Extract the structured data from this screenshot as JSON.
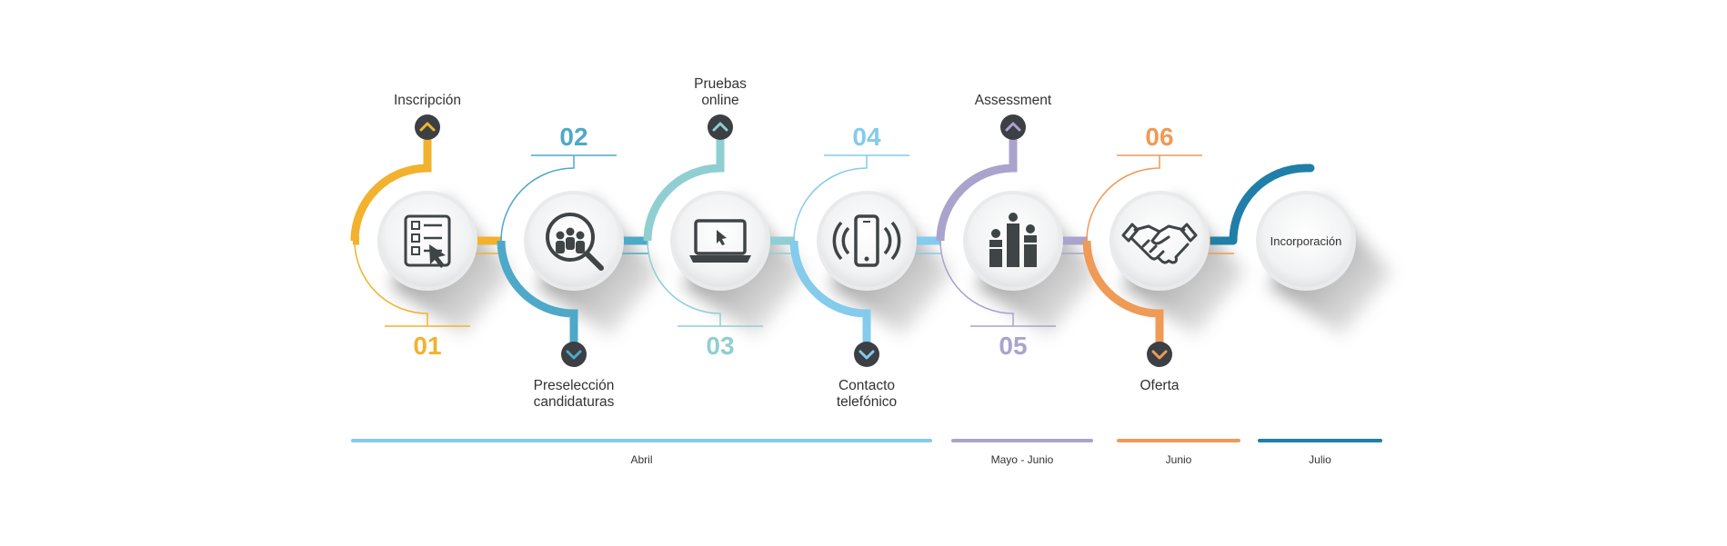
{
  "colors": {
    "yellow": "#f2b22e",
    "blue": "#4ea9c9",
    "teal": "#8fcfd2",
    "lightblue": "#84cbec",
    "lavender": "#aaa3cc",
    "orange": "#ef9a56",
    "darkblue": "#1f7fa8",
    "arrow_badge": "#3c3f44"
  },
  "steps": [
    {
      "number": "01",
      "label_lines": [
        "Inscripción"
      ],
      "icon": "checklist-cursor-icon",
      "color": "#f2b22e"
    },
    {
      "number": "02",
      "label_lines": [
        "Preselección",
        "candidaturas"
      ],
      "icon": "people-magnifier-icon",
      "color": "#4ea9c9"
    },
    {
      "number": "03",
      "label_lines": [
        "Pruebas",
        "online"
      ],
      "icon": "laptop-icon",
      "color": "#8fcfd2"
    },
    {
      "number": "04",
      "label_lines": [
        "Contacto",
        "telefónico"
      ],
      "icon": "phone-ringing-icon",
      "color": "#84cbec"
    },
    {
      "number": "05",
      "label_lines": [
        "Assessment"
      ],
      "icon": "podium-people-icon",
      "color": "#aaa3cc"
    },
    {
      "number": "06",
      "label_lines": [
        "Oferta"
      ],
      "icon": "handshake-icon",
      "color": "#ef9a56"
    }
  ],
  "final_step": {
    "label": "Incorporación",
    "color": "#1f7fa8"
  },
  "periods": [
    {
      "label": "Abril",
      "color": "#84cbec"
    },
    {
      "label": "Mayo - Junio",
      "color": "#aaa3cc"
    },
    {
      "label": "Junio",
      "color": "#ef9a56"
    },
    {
      "label": "Julio",
      "color": "#1f7fa8"
    }
  ]
}
